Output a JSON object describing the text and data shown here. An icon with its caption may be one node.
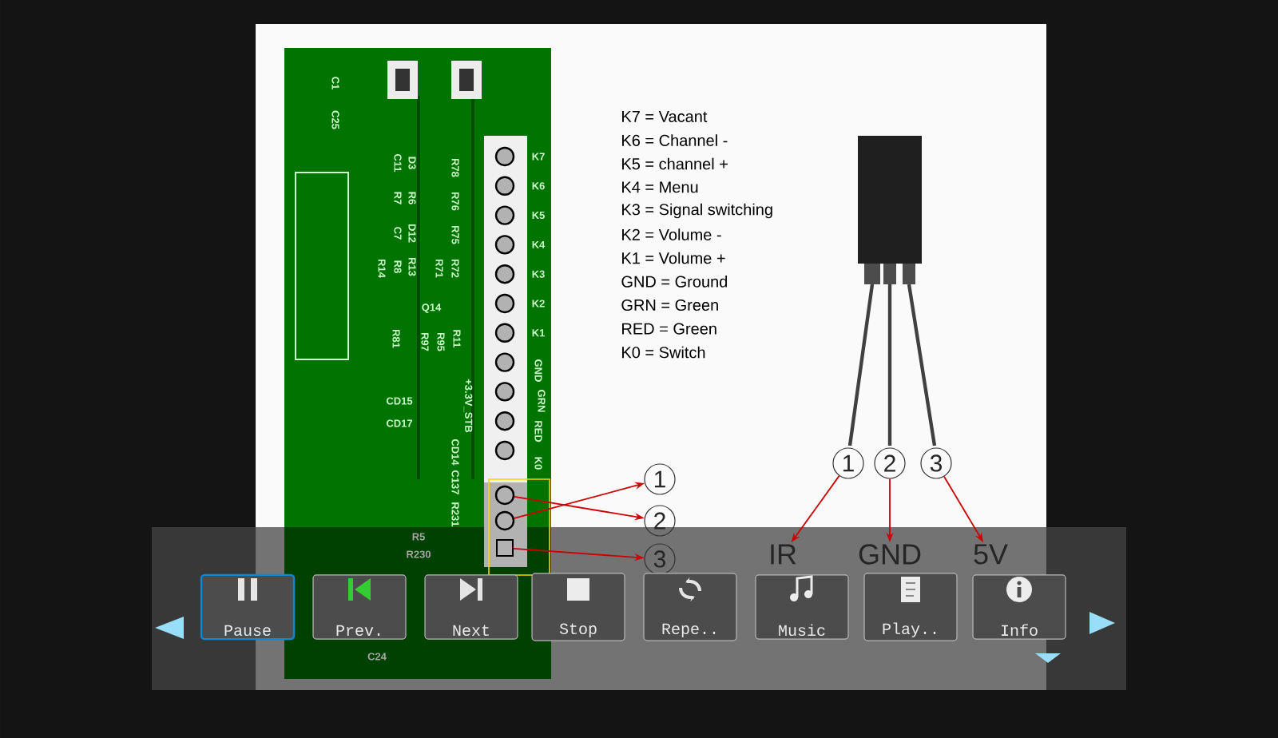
{
  "diagram": {
    "nodes": [
      {
        "text": [],
        "shape": "circle"
      },
      {
        "text": [],
        "shape": "circle"
      },
      {
        "text": [],
        "shape": "box"
      },
      {
        "text": [
          "1"
        ]
      },
      {
        "text": [
          "2"
        ]
      },
      {
        "text": [
          "3"
        ]
      },
      {
        "text": [
          "1"
        ]
      },
      {
        "text": [
          "2"
        ]
      },
      {
        "text": [
          "3"
        ]
      },
      {
        "text": [
          "IR"
        ]
      },
      {
        "text": [
          "GND"
        ]
      },
      {
        "text": [
          "5V"
        ]
      },
      {
        "text": [
          "Pause"
        ]
      },
      {
        "text": [
          "Prev."
        ]
      },
      {
        "text": [
          "Next"
        ]
      },
      {
        "text": [
          "Stop"
        ]
      },
      {
        "text": [
          "Repe.."
        ]
      },
      {
        "text": [
          "Music"
        ]
      },
      {
        "text": [
          "Play.."
        ]
      },
      {
        "text": [
          "Info"
        ]
      }
    ],
    "edges": [
      {
        "from": 0,
        "to": 4,
        "arrow": "to"
      },
      {
        "from": 1,
        "to": 3,
        "arrow": "to"
      },
      {
        "from": 2,
        "to": 5,
        "arrow": "to"
      },
      {
        "from": 6,
        "to": 9,
        "arrow": "to"
      },
      {
        "from": 7,
        "to": 10,
        "arrow": "to"
      },
      {
        "from": 8,
        "to": 11,
        "arrow": "to"
      }
    ],
    "labels": [
      "K7 = Vacant",
      "K6 = Channel -",
      "K5 = channel +",
      "K4 = Menu",
      "K3 = Signal switching",
      "K2 = Volume -",
      "K1 = Volume +",
      "GND = Ground",
      "GRN = Green",
      "RED = Green",
      "K0 = Switch",
      "C1",
      "C25",
      "C11",
      "D3",
      "R7",
      "R6",
      "C7",
      "D12",
      "R8",
      "R13",
      "R14",
      "R78",
      "R76",
      "R75",
      "R72",
      "R71",
      "Q14",
      "R81",
      "R97",
      "R95",
      "R11",
      "CD15",
      "CD17",
      "+3.3V_STB",
      "CD14",
      "C137",
      "R231",
      "R5",
      "R230",
      "C24",
      "K7",
      "K6",
      "K5",
      "K4",
      "K3",
      "K2",
      "K1",
      "GND",
      "GRN",
      "RED",
      "K0"
    ]
  }
}
